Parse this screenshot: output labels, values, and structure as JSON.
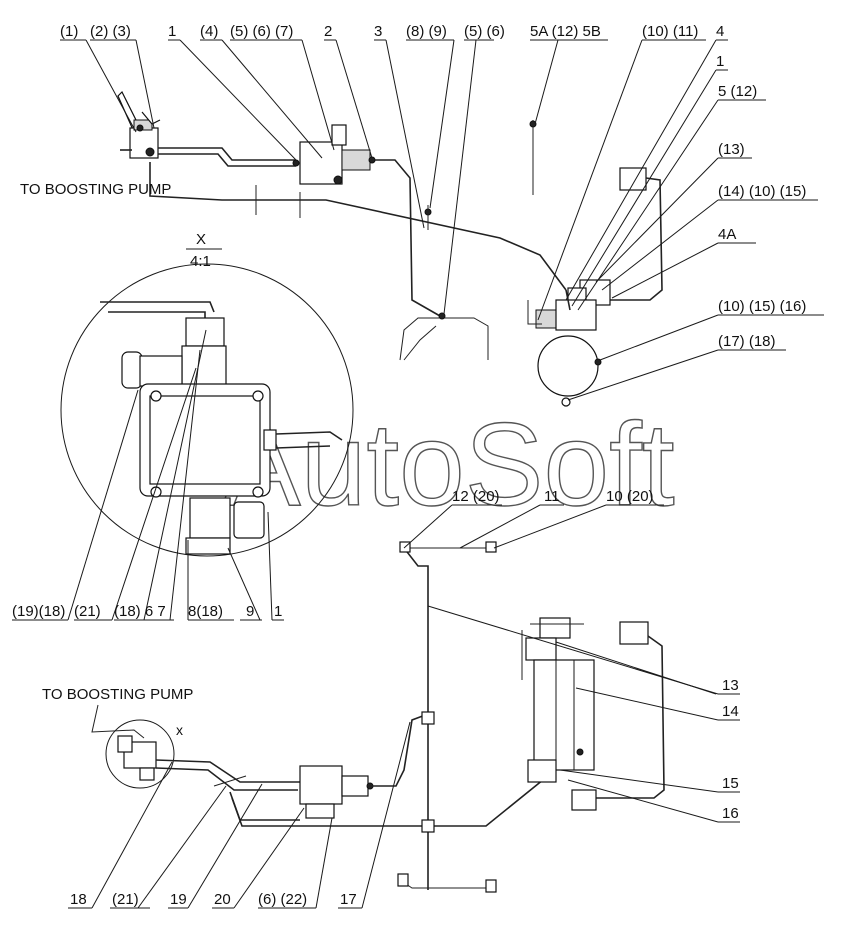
{
  "notes": {
    "to_pump_top": "TO BOOSTING PUMP",
    "to_pump_bottom": "TO BOOSTING PUMP",
    "detail_name": "X",
    "detail_scale": "4:1",
    "detail_ref": "x"
  },
  "watermark": "AutoSoft",
  "callouts": {
    "top": [
      "(1)",
      "(2) (3)",
      "1",
      "(4)",
      "(5) (6) (7)",
      "2",
      "3",
      "(8) (9)",
      "(5) (6)",
      "5A (12) 5B",
      "(10) (11)",
      "4"
    ],
    "right": [
      "1",
      "5 (12)",
      "(13)",
      "(14) (10) (15)",
      "4A",
      "(10) (15) (16)",
      "(17) (18)"
    ],
    "detail": [
      "(19)(18)",
      "(21)",
      "(18) 6 7",
      "8(18)",
      "9",
      "1"
    ],
    "middle": [
      "12 (20)",
      "11",
      "10 (20)"
    ],
    "lower_right": [
      "13",
      "14",
      "15",
      "16"
    ],
    "bottom": [
      "18",
      "(21)",
      "19",
      "20",
      "(6) (22)",
      "17"
    ]
  }
}
